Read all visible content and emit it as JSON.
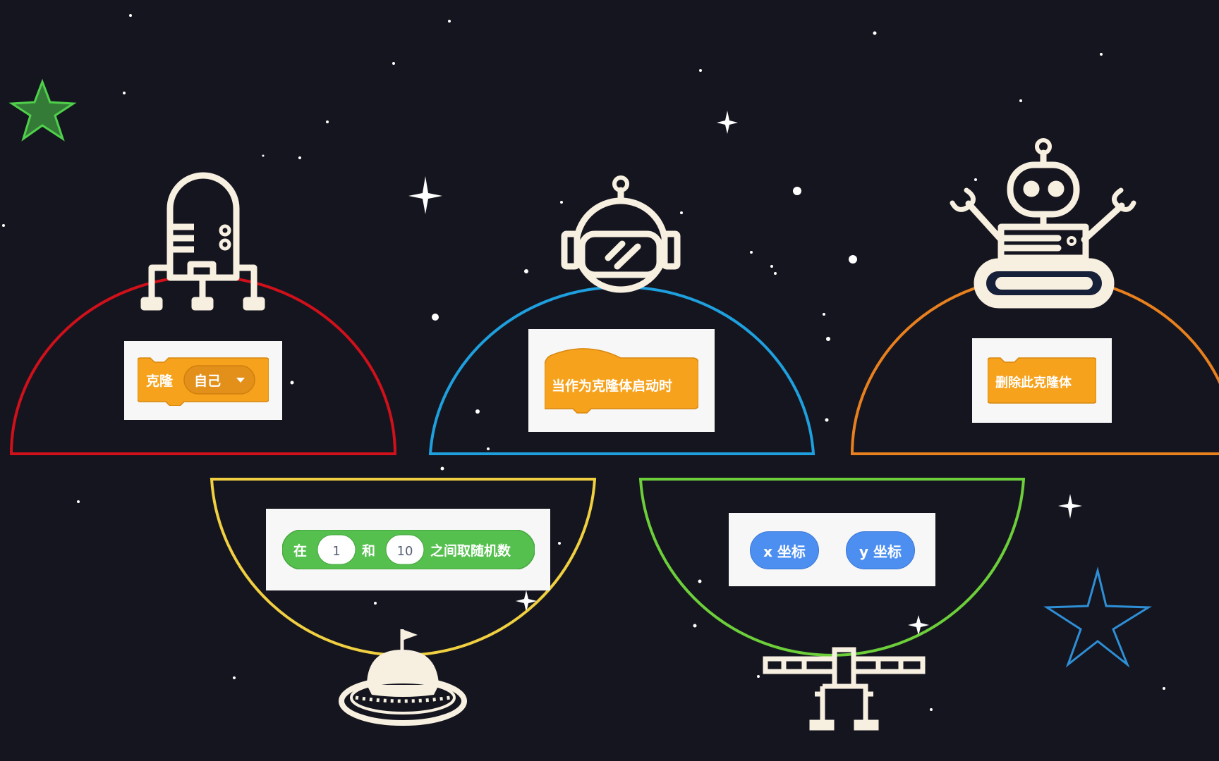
{
  "colors": {
    "background": "#15151f",
    "line_art": "#f7efe0",
    "dome_red": "#d0101a",
    "dome_blue": "#1ea0de",
    "dome_orange": "#e8801e",
    "bowl_yellow": "#f0d040",
    "bowl_green": "#6ccf3a",
    "block_orange": "#f7a21c",
    "block_orange_dark": "#d8870f",
    "block_green": "#56c04f",
    "block_blue": "#4c8ff0",
    "star_green": "#4fd04a",
    "star_blue": "#2e8fd6"
  },
  "blocks": {
    "clone": {
      "label": "克隆",
      "menu_value": "自己"
    },
    "when_clone": {
      "label": "当作为克隆体启动时"
    },
    "delete_clone": {
      "label": "删除此克隆体"
    },
    "random": {
      "prefix": "在",
      "from": "1",
      "middle": "和",
      "to": "10",
      "suffix": "之间取随机数"
    },
    "x_pos": {
      "label": "x 坐标"
    },
    "y_pos": {
      "label": "y 坐标"
    }
  },
  "icons": [
    "lander-icon",
    "astronaut-helmet-icon",
    "robot-icon",
    "ufo-icon",
    "satellite-icon",
    "green-star-icon",
    "blue-star-icon",
    "sparkle-icon"
  ]
}
